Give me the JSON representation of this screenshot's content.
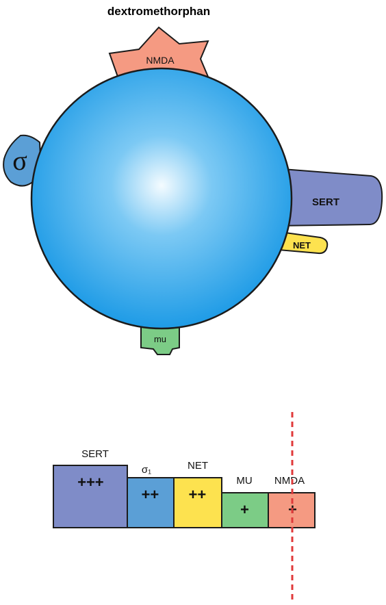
{
  "title": "dextromethorphan",
  "receptors": {
    "nmda": "NMDA",
    "sigma": "σ",
    "sert": "SERT",
    "net": "NET",
    "mu": "mu"
  },
  "bar_chart": {
    "bars": [
      {
        "label": "SERT",
        "symbol": "+++",
        "color": "#7f8cc8"
      },
      {
        "label": "σ₁",
        "symbol": "++",
        "color": "#5b9fd6"
      },
      {
        "label": "NET",
        "symbol": "++",
        "color": "#fde24f"
      },
      {
        "label": "MU",
        "symbol": "+",
        "color": "#7ccc86"
      },
      {
        "label": "NMDA",
        "symbol": "+",
        "color": "#f59a82"
      }
    ]
  },
  "colors": {
    "ball_center": "#f2fbff",
    "ball_edge": "#1e9be6",
    "cutoff_line": "#e0393a"
  }
}
